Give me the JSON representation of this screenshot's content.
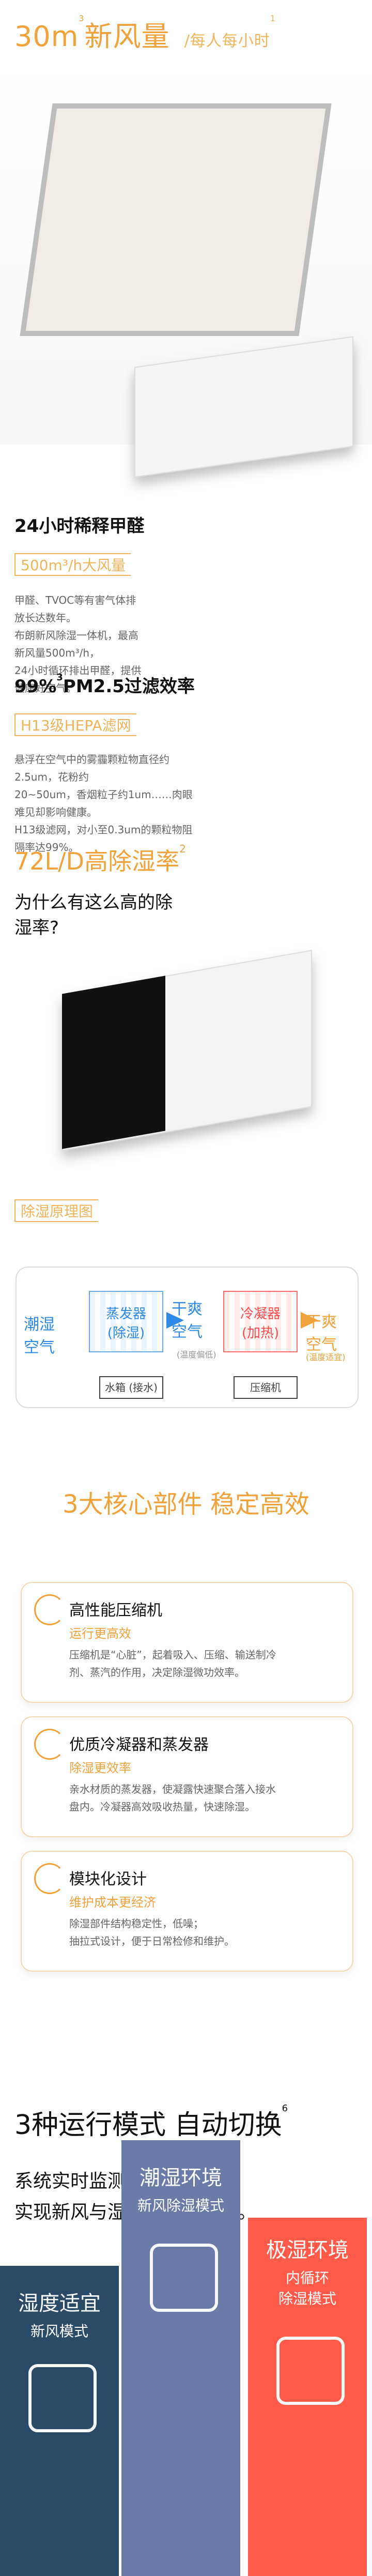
{
  "hdr": {
    "t1": "30m",
    "t2": "3",
    "t3": "新风量",
    "t4": "/每人每小时",
    "t5": "1"
  },
  "s1": {
    "title": "24小时稀释甲醛",
    "tag": "500m³/h大风量",
    "body": "甲醛、TVOC等有害气体排放长达数年。\n布朗新风除湿一体机，最高新风量500m³/h，\n24小时循环排出甲醛，提供健康好空气。"
  },
  "s2": {
    "title": "99%",
    "title_sup": "3",
    "title_rest": "PM2.5过滤效率",
    "tag": "H13级HEPA滤网",
    "body": "悬浮在空气中的雾霾颗粒物直径约2.5um，花粉约\n20~50um，香烟粒子约1um……肉眼难见却影响健康。\nH13级滤网，对小至0.3um的颗粒物阻隔率达99%。"
  },
  "s3": {
    "title": "72L/D高除湿率",
    "sup": "2",
    "q": "为什么有这么高的除湿率?",
    "tag": "除湿原理图"
  },
  "diag": {
    "in": "潮湿\n空气",
    "evap": "蒸发器\n(除湿)",
    "dry": "干爽\n空气",
    "cond": "冷凝器\n(加热)",
    "out": "干爽\n空气",
    "temp": "(温度偏低)",
    "fit": "(温度适宜)",
    "tank": "水箱 (接水)",
    "comp": "压缩机"
  },
  "s4": {
    "title": "3大核心部件 稳定高效"
  },
  "cards": [
    {
      "title": "高性能压缩机",
      "tag": "运行更高效",
      "body": "压缩机是“心脏”，起着吸入、压缩、输送制冷\n剂、蒸汽的作用，决定除湿微功效率。"
    },
    {
      "title": "优质冷凝器和蒸发器",
      "tag": "除湿更效率",
      "body": "亲水材质的蒸发器，使凝露快速聚合落入接水\n盘内。冷凝器高效吸收热量，快速除湿。"
    },
    {
      "title": "模块化设计",
      "tag": "维护成本更经济",
      "body": "除湿部件结构稳定性，低噪；\n抽拉式设计，便于日常检修和维护。"
    }
  ],
  "modes": {
    "title": "3种运行模式 自动切换",
    "title_sup": "6",
    "text1": "系统实时监测室内湿度，",
    "text2": "实现新风与湿度的动态平衡。",
    "p1_title": "湿度适宜",
    "p1_sub": "新风模式",
    "p2_title": "潮湿环境",
    "p2_sub": "新风除湿模式",
    "p3_title": "极湿环境",
    "p3_sub1": "内循环",
    "p3_sub2": "除湿模式"
  },
  "colors": {
    "accent": "#f2a23a",
    "blue": "#2e8ae6",
    "red": "#ff5a4a",
    "navy": "#2b4a67",
    "purple": "#6c7aa8"
  }
}
